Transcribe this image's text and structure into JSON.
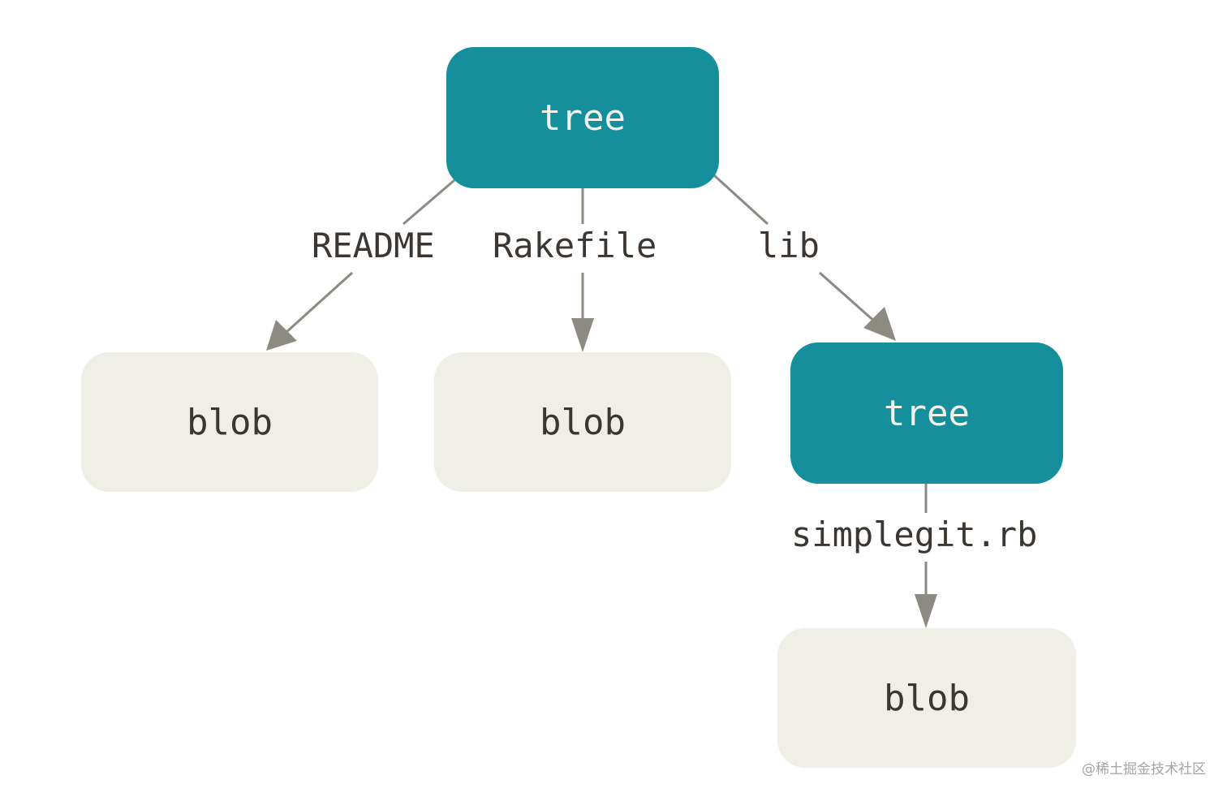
{
  "nodes": {
    "root_tree": "tree",
    "blob_readme": "blob",
    "blob_rakefile": "blob",
    "lib_tree": "tree",
    "blob_simplegit": "blob"
  },
  "edges": {
    "readme": "README",
    "rakefile": "Rakefile",
    "lib": "lib",
    "simplegit": "simplegit.rb"
  },
  "colors": {
    "tree": "#148f9b",
    "blob": "#efefe8",
    "edge": "#8c8a82",
    "label_text": "#3b3631"
  },
  "watermark": "@稀土掘金技术社区"
}
